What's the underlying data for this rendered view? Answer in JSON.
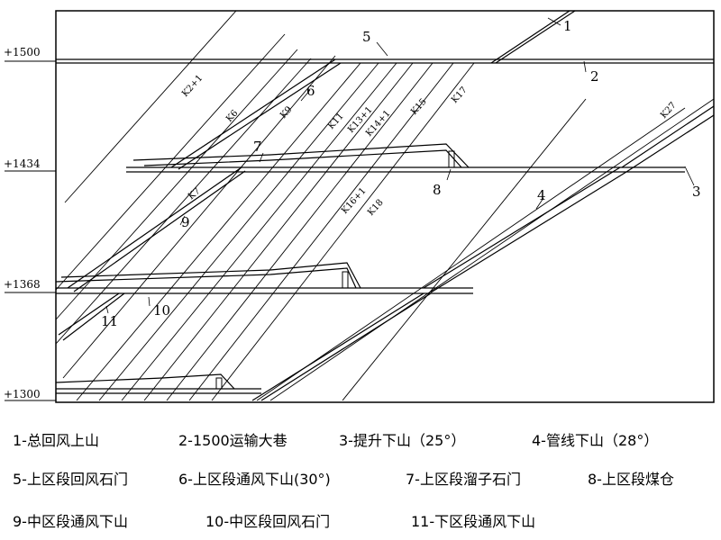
{
  "levels": [
    "+1500",
    "+1434",
    "+1368",
    "+1300"
  ],
  "part_numbers": [
    "1",
    "2",
    "3",
    "4",
    "5",
    "6",
    "7",
    "8",
    "9",
    "10",
    "11"
  ],
  "seams": [
    "K2+1",
    "K6",
    "K9",
    "K11",
    "K13+1",
    "K14+1",
    "K15",
    "K17",
    "K27",
    "K7",
    "K16+1",
    "K18"
  ],
  "legend": [
    "1-总回风上山",
    "2-1500运输大巷",
    "3-提升下山（25°）",
    "4-管线下山（28°）",
    "5-上区段回风石门",
    "6-上区段通风下山(30°)",
    "7-上区段溜子石门",
    "8-上区段煤仓",
    "9-中区段通风下山",
    "10-中区段回风石门",
    "11-下区段通风下山"
  ]
}
